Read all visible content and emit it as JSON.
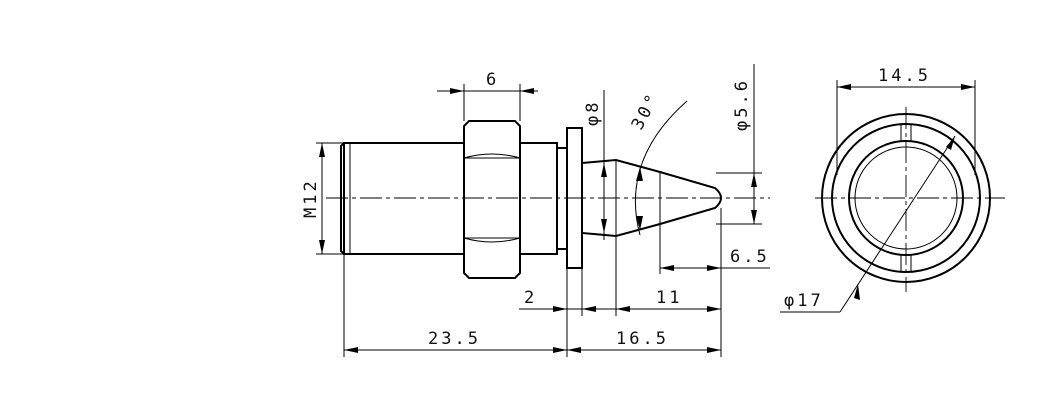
{
  "drawing": {
    "type": "technical drawing",
    "views": [
      "side view",
      "end view"
    ]
  },
  "dimensions": {
    "width_top": "6",
    "d8": "φ8",
    "angle": "30°",
    "d56": "φ5.6",
    "m12": "M12",
    "len2": "2",
    "len11": "11",
    "len65": "6.5",
    "len235": "23.5",
    "len165": "16.5",
    "end_width": "14.5",
    "end_dia": "φ17"
  },
  "colors": {
    "line": "#000000",
    "background": "#ffffff"
  }
}
